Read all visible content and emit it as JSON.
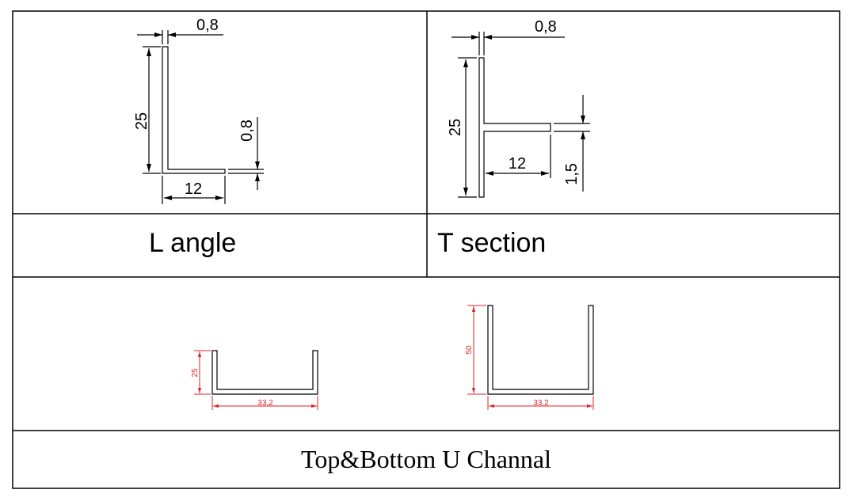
{
  "l_angle": {
    "caption": "L angle",
    "dims": {
      "thickness_top": "0,8",
      "height": "25",
      "thickness_side": "0,8",
      "length": "12"
    }
  },
  "t_section": {
    "caption": "T section",
    "dims": {
      "thickness_top": "0,8",
      "height": "25",
      "length": "12",
      "flange": "1,5"
    }
  },
  "u_channel": {
    "caption": "Top&Bottom U Channal",
    "small": {
      "height": "25",
      "width": "33,2"
    },
    "large": {
      "height": "50",
      "width": "33,2"
    }
  },
  "colors": {
    "line": "#000000",
    "dimension_red": "#e0202a"
  }
}
